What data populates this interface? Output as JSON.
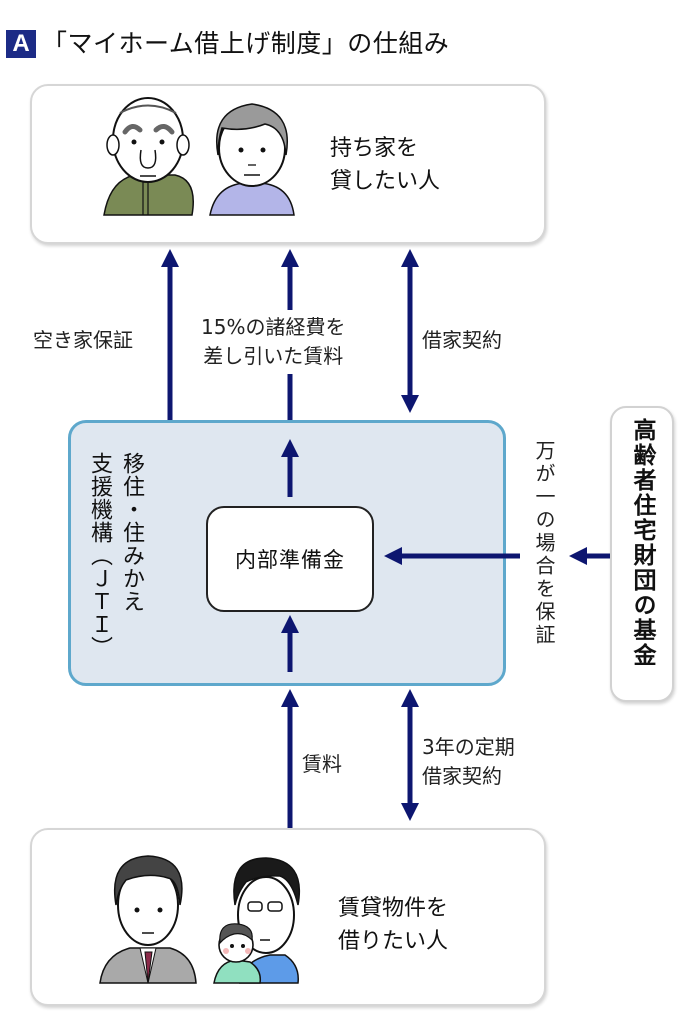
{
  "header": {
    "badge": "A",
    "title": "「マイホーム借上げ制度」の仕組み"
  },
  "parties": {
    "owner": {
      "label_line1": "持ち家を",
      "label_line2": "貸したい人",
      "people": [
        "elderly-man-illustration",
        "elderly-woman-illustration"
      ]
    },
    "tenant": {
      "label_line1": "賃貸物件を",
      "label_line2": "借りたい人",
      "people": [
        "businessman-illustration",
        "parent-with-child-illustration"
      ]
    },
    "agency": {
      "label": "移住・住みかえ\n支援機構（ＪＴＩ）",
      "label_col1": "移住・住みかえ",
      "label_col2": "支援機構（ＪＴＩ）"
    },
    "reserve": {
      "label": "内部準備金"
    },
    "fund": {
      "label": "高齢者住宅財団の基金"
    }
  },
  "flows": [
    {
      "id": "vacancy-guarantee",
      "label": "空き家保証",
      "from": "agency",
      "to": "owner",
      "direction": "up"
    },
    {
      "id": "net-rent",
      "label": "15%の諸経費を\n差し引いた賃料",
      "from": "agency",
      "to": "owner",
      "direction": "up"
    },
    {
      "id": "lease-contract-owner",
      "label": "借家契約",
      "between": [
        "agency",
        "owner"
      ],
      "direction": "both"
    },
    {
      "id": "reserve-to-agency",
      "label": "",
      "from": "reserve",
      "to": "agency-top",
      "direction": "up"
    },
    {
      "id": "rent-to-reserve",
      "label": "",
      "from": "agency-bottom",
      "to": "reserve",
      "direction": "up"
    },
    {
      "id": "fund-guarantee",
      "label": "万が一の場合を保証",
      "from": "fund",
      "to": "reserve",
      "direction": "left"
    },
    {
      "id": "rent",
      "label": "賃料",
      "from": "tenant",
      "to": "agency",
      "direction": "up"
    },
    {
      "id": "fixed-term-lease",
      "label": "3年の定期\n借家契約",
      "between": [
        "agency",
        "tenant"
      ],
      "direction": "both"
    }
  ],
  "colors": {
    "arrow": "#0d1670",
    "badge": "#1c2b86",
    "agency_fill": "#dfe7f0",
    "agency_border": "#5ea8cc"
  }
}
